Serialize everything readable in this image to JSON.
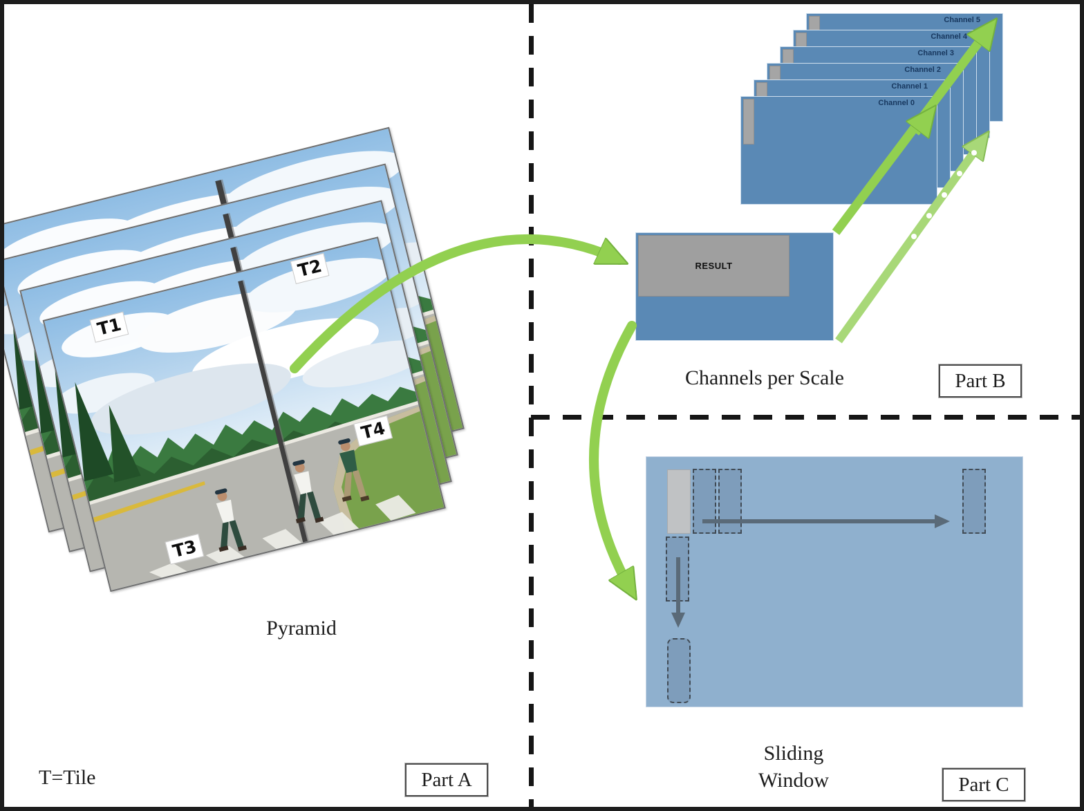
{
  "part_a": {
    "badge": "Part A",
    "caption": "Pyramid",
    "note": "T=Tile",
    "tiles": [
      "T1",
      "T2",
      "T3",
      "T4"
    ]
  },
  "part_b": {
    "badge": "Part B",
    "caption": "Channels per Scale",
    "result_label": "RESULT",
    "channels": [
      "Channel 0",
      "Channel 1",
      "Channel 2",
      "Channel 3",
      "Channel 4",
      "Channel 5"
    ]
  },
  "part_c": {
    "badge": "Part C",
    "caption_line1": "Sliding",
    "caption_line2": "Window"
  },
  "colors": {
    "panel_blue": "#5a89b5",
    "sliding_blue": "#8fb0ce",
    "result_gray": "#9f9f9f",
    "green_arrow": "#92d050",
    "dark_arrow": "#5a6a78"
  }
}
